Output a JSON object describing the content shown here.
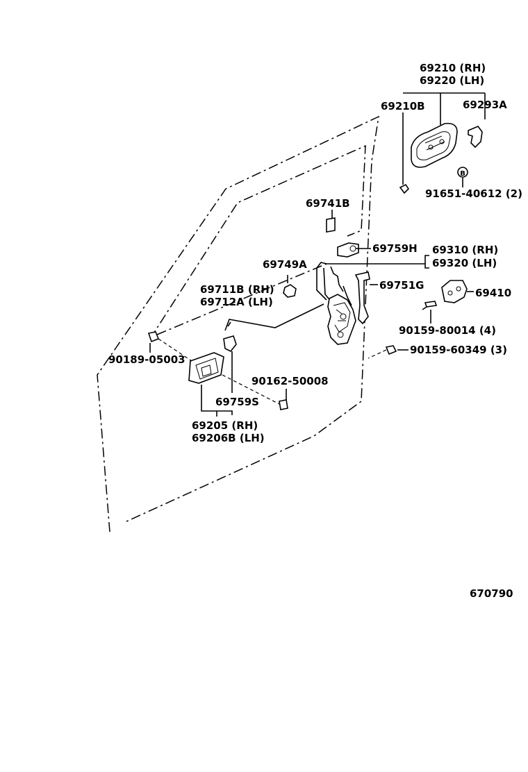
{
  "labels": {
    "p69210_rh": "69210 (RH)",
    "p69220_lh": "69220 (LH)",
    "p69210b": "69210B",
    "p69293a": "69293A",
    "p91651": "91651-40612 (2)",
    "p69741b": "69741B",
    "p69759h": "69759H",
    "p69310_rh": "69310 (RH)",
    "p69320_lh": "69320 (LH)",
    "p69749a": "69749A",
    "p69751g": "69751G",
    "p69410": "69410",
    "p69711b_rh": "69711B (RH)",
    "p69712a_lh": "69712A (LH)",
    "p90159_80014": "90159-80014 (4)",
    "p90159_60349": "90159-60349 (3)",
    "p90189": "90189-05003",
    "p90162": "90162-50008",
    "p69759s": "69759S",
    "p69205_rh": "69205   (RH)",
    "p69206b_lh": "69206B (LH)",
    "drawing_no": "670790"
  },
  "marker": "B"
}
